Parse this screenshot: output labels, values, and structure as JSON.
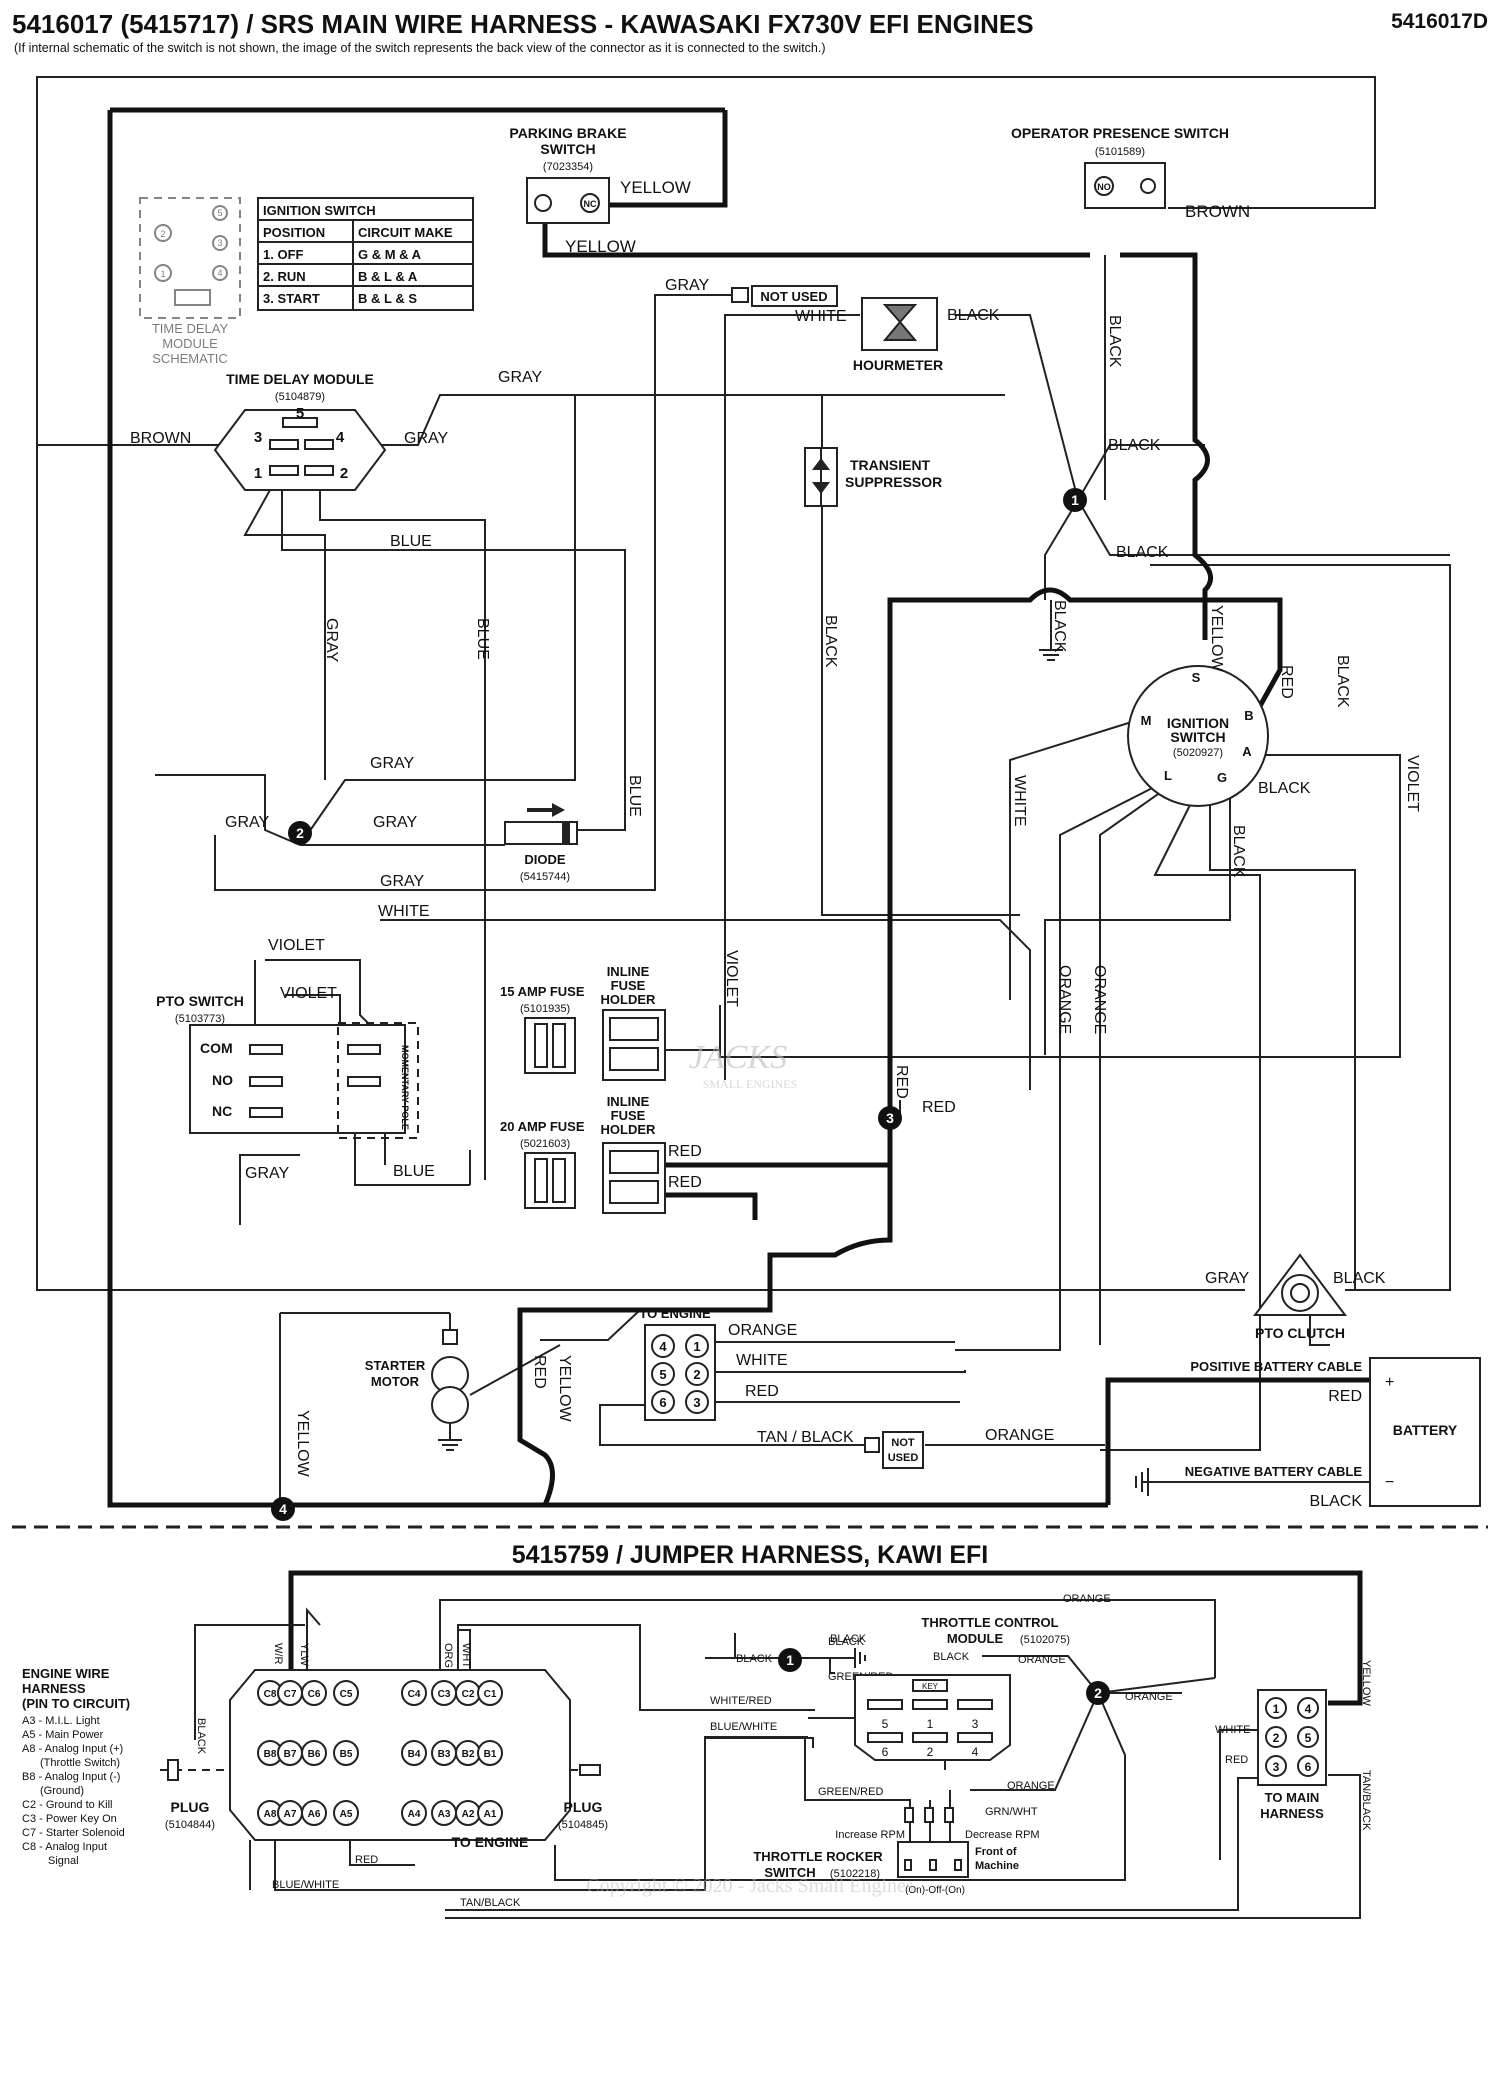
{
  "header": {
    "title": "5416017 (5415717) / SRS MAIN WIRE HARNESS - KAWASAKI FX730V EFI ENGINES",
    "note": "(If internal schematic of the switch is not shown, the image of the switch represents the back view of the connector as it is connected to the switch.)",
    "drawing_no": "5416017D"
  },
  "components": {
    "parking_brake": {
      "name_line1": "PARKING BRAKE",
      "name_line2": "SWITCH",
      "part": "(7023354)",
      "nc": "NC"
    },
    "operator_presence": {
      "name": "OPERATOR PRESENCE SWITCH",
      "part": "(5101589)",
      "no": "NO"
    },
    "hourmeter": {
      "name": "HOURMETER"
    },
    "not_used": "NOT USED",
    "not_used_2a": "NOT",
    "not_used_2b": "USED",
    "transient": {
      "line1": "TRANSIENT",
      "line2": "SUPPRESSOR"
    },
    "time_delay_module": {
      "name": "TIME DELAY MODULE",
      "part": "(5104879)",
      "pins": [
        "5",
        "3",
        "4",
        "1",
        "2"
      ]
    },
    "tdm_schematic": {
      "line1": "TIME DELAY",
      "line2": "MODULE",
      "line3": "SCHEMATIC",
      "pins": [
        "1",
        "2",
        "3",
        "4",
        "5"
      ]
    },
    "ignition_table": {
      "title": "IGNITION SWITCH",
      "headers": [
        "POSITION",
        "CIRCUIT MAKE"
      ],
      "rows": [
        [
          "1. OFF",
          "G & M & A"
        ],
        [
          "2. RUN",
          "B & L & A"
        ],
        [
          "3. START",
          "B & L & S"
        ]
      ]
    },
    "ignition_switch": {
      "name_line1": "IGNITION",
      "name_line2": "SWITCH",
      "part": "(5020927)",
      "terminals": [
        "S",
        "B",
        "M",
        "A",
        "L",
        "G"
      ]
    },
    "diode": {
      "name": "DIODE",
      "part": "(5415744)"
    },
    "pto_switch": {
      "name": "PTO SWITCH",
      "part": "(5103773)",
      "terms": [
        "COM",
        "NO",
        "NC"
      ],
      "pole": "MOMENTARY POLE"
    },
    "fuse15": {
      "name": "15 AMP FUSE",
      "part": "(5101935)"
    },
    "fuse20": {
      "name": "20 AMP FUSE",
      "part": "(5021603)"
    },
    "inline_holder": {
      "line1": "INLINE",
      "line2": "FUSE",
      "line3": "HOLDER"
    },
    "starter": {
      "line1": "STARTER",
      "line2": "MOTOR"
    },
    "to_engine": {
      "name": "TO ENGINE",
      "pins": [
        "4",
        "1",
        "5",
        "2",
        "6",
        "3"
      ]
    },
    "battery": {
      "name": "BATTERY",
      "pos_cable": "POSITIVE BATTERY CABLE",
      "neg_cable": "NEGATIVE BATTERY CABLE",
      "plus": "+",
      "minus": "−"
    },
    "pto_clutch": {
      "name": "PTO CLUTCH"
    }
  },
  "nodes": [
    "1",
    "2",
    "3",
    "4"
  ],
  "wire_labels": {
    "yellow": "YELLOW",
    "brown": "BROWN",
    "gray": "GRAY",
    "white": "WHITE",
    "black": "BLACK",
    "blue": "BLUE",
    "violet": "VIOLET",
    "red": "RED",
    "orange": "ORANGE",
    "tan_black": "TAN / BLACK"
  },
  "jumper": {
    "title": "5415759 / JUMPER HARNESS, KAWI EFI",
    "legend_title1": "ENGINE WIRE",
    "legend_title2": "HARNESS",
    "legend_title3": "(PIN TO CIRCUIT)",
    "legend": [
      "A3 - M.I.L. Light",
      "A5 - Main Power",
      "A8 - Analog Input (+)",
      "(Throttle Switch)",
      "B8 - Analog Input (-)",
      "(Ground)",
      "C2 - Ground to Kill",
      "C3 - Power Key On",
      "C7 - Starter Solenoid",
      "C8 - Analog Input",
      "Signal"
    ],
    "connector_rows": [
      [
        "C8",
        "C7",
        "C6",
        "C5",
        "C4",
        "C3",
        "C2",
        "C1"
      ],
      [
        "B8",
        "B7",
        "B6",
        "B5",
        "B4",
        "B3",
        "B2",
        "B1"
      ],
      [
        "A8",
        "A7",
        "A6",
        "A5",
        "A4",
        "A3",
        "A2",
        "A1"
      ]
    ],
    "plug": "PLUG",
    "plug_left_part": "(5104844)",
    "plug_right_part": "(5104845)",
    "to_engine": "TO ENGINE",
    "tcm": {
      "line1": "THROTTLE CONTROL",
      "line2": "MODULE",
      "part": "(5102075)",
      "key": "KEY",
      "pins": [
        "5",
        "1",
        "3",
        "6",
        "2",
        "4"
      ]
    },
    "rocker": {
      "line1": "THROTTLE ROCKER",
      "line2": "SWITCH",
      "part": "(5102218)",
      "positions": "(On)-Off-(On)"
    },
    "front": {
      "line1": "Front of",
      "line2": "Machine"
    },
    "inc": "Increase RPM",
    "dec": "Decrease RPM",
    "grn_wht": "GRN/WHT",
    "to_main": {
      "line1": "TO MAIN",
      "line2": "HARNESS",
      "pins": [
        "1",
        "4",
        "2",
        "5",
        "3",
        "6"
      ]
    },
    "wires": {
      "orange": "ORANGE",
      "black": "BLACK",
      "green_red": "GREEN/RED",
      "white_red": "WHITE/RED",
      "blue_white": "BLUE/WHITE",
      "red": "RED",
      "tan_black": "TAN/BLACK",
      "yellow": "YELLOW",
      "white": "WHITE",
      "wr": "W/R",
      "ylw": "YLW",
      "org": "ORG",
      "wht": "WHT"
    }
  },
  "watermark": {
    "main": "JACKS",
    "sub": "SMALL ENGINES",
    "copyright": "Copyright © 2020 - Jacks Small Engines"
  }
}
